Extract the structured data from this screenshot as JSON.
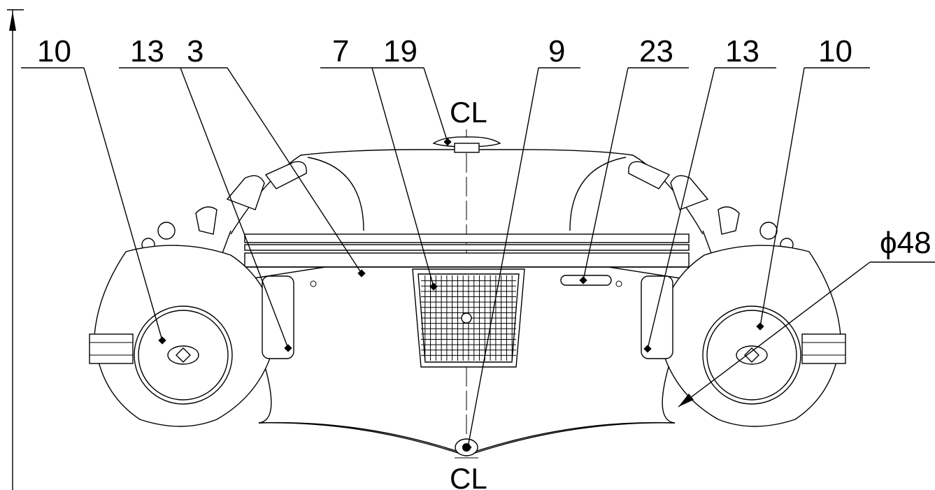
{
  "callouts": {
    "c1": "10",
    "c2": "13",
    "c3": "3",
    "c4": "7",
    "c5": "19",
    "c6": "9",
    "c7": "23",
    "c8": "13",
    "c9": "10"
  },
  "dimension": {
    "diameter": "ϕ48"
  },
  "centerline": {
    "top": "CL",
    "bottom": "CL"
  }
}
